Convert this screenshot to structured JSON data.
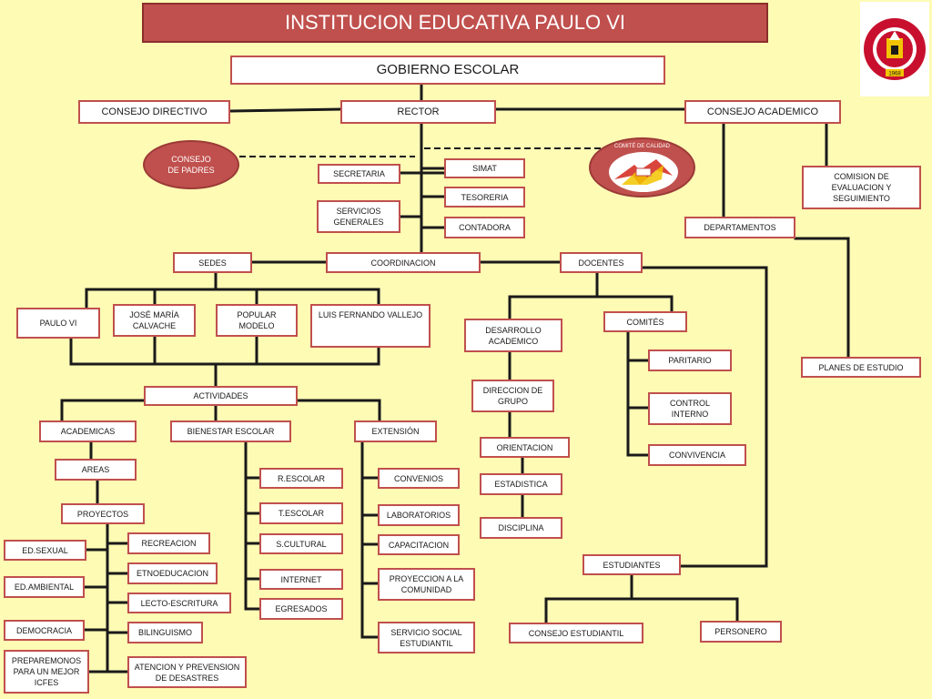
{
  "header": {
    "title": "INSTITUCION EDUCATIVA PAULO VI"
  },
  "nodes": {
    "gobierno": "GOBIERNO ESCOLAR",
    "consejo_directivo": "CONSEJO DIRECTIVO",
    "rector": "RECTOR",
    "consejo_academico": "CONSEJO ACADEMICO",
    "consejo_padres": "CONSEJO\nDE PADRES",
    "comite_calidad": "COMITÉ DE CALIDAD",
    "secretaria": "SECRETARIA",
    "simat": "SIMAT",
    "tesoreria": "TESORERIA",
    "servicios_generales": "SERVICIOS\nGENERALES",
    "contadora": "CONTADORA",
    "comision": "COMISION DE\nEVALUACION Y\nSEGUIMIENTO",
    "departamentos": "DEPARTAMENTOS",
    "sedes": "SEDES",
    "coordinacion": "COORDINACION",
    "docentes": "DOCENTES",
    "paulo_vi": "PAULO VI",
    "jose_maria": "JOSÉ MARÍA\nCALVACHE",
    "popular_modelo": "POPULAR\nMODELO",
    "luis_fernando": "LUIS FERNANDO VALLEJO",
    "desarrollo_academico": "DESARROLLO\nACADEMICO",
    "comites": "COMITÉS",
    "paritario": "PARITARIO",
    "planes_estudio": "PLANES DE ESTUDIO",
    "actividades": "ACTIVIDADES",
    "direccion_grupo": "DIRECCION DE\nGRUPO",
    "control_interno": "CONTROL\nINTERNO",
    "academicas": "ACADEMICAS",
    "bienestar_escolar": "BIENESTAR ESCOLAR",
    "extension": "EXTENSIÓN",
    "orientacion": "ORIENTACION",
    "convivencia": "CONVIVENCIA",
    "areas": "AREAS",
    "r_escolar": "R.ESCOLAR",
    "convenios": "CONVENIOS",
    "estadistica": "ESTADISTICA",
    "proyectos": "PROYECTOS",
    "t_escolar": "T.ESCOLAR",
    "laboratorios": "LABORATORIOS",
    "disciplina": "DISCIPLINA",
    "recreacion": "RECREACION",
    "s_cultural": "S.CULTURAL",
    "capacitacion": "CAPACITACION",
    "ed_sexual": "ED.SEXUAL",
    "estudiantes": "ESTUDIANTES",
    "etnoeducacion": "ETNOEDUCACION",
    "internet": "INTERNET",
    "proyeccion": "PROYECCION A LA\nCOMUNIDAD",
    "ed_ambiental": "ED.AMBIENTAL",
    "lecto_escritura": "LECTO-ESCRITURA",
    "egresados": "EGRESADOS",
    "democracia": "DEMOCRACIA",
    "bilinguismo": "BILINGUISMO",
    "servicio_social": "SERVICIO SOCIAL\nESTUDIANTIL",
    "consejo_estudiantil": "CONSEJO ESTUDIANTIL",
    "personero": "PERSONERO",
    "preparemonos": "PREPAREMONOS\nPARA UN MEJOR\nICFES",
    "atencion": "ATENCION Y PREVENSION\nDE DESASTRES"
  },
  "logo": {
    "founded": "1968"
  },
  "colors": {
    "background": "#fdfbb4",
    "accent": "#c0504d",
    "line": "#1a1a1a"
  }
}
